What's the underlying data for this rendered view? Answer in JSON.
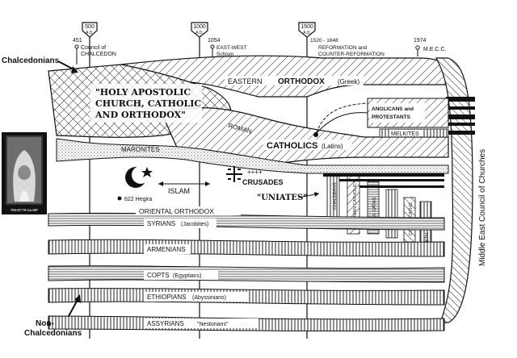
{
  "timeline": {
    "markers": [
      {
        "label_top": "500",
        "label_bottom": "A.D."
      },
      {
        "label_top": "1000",
        "label_bottom": "A.D."
      },
      {
        "label_top": "1500",
        "label_bottom": "A.D."
      }
    ],
    "events": {
      "chalcedon": {
        "year": "451",
        "line1": "Council of",
        "line2": "CHALCEDON"
      },
      "schism": {
        "year": "1054",
        "line1": "EAST-WEST",
        "line2": "Schism"
      },
      "reformation": {
        "year": "1520 - 1648",
        "line1": "REFORMATION and",
        "line2": "COUNTER-REFORMATION"
      },
      "mecc": {
        "year": "1974",
        "line1": "M.E.C.C."
      }
    }
  },
  "side_labels": {
    "chalcedonians": "Chalcedonians",
    "non_chalcedonians_1": "Non-",
    "non_chalcedonians_2": "Chalcedonians"
  },
  "trunk": {
    "line1": "\"HOLY APOSTOLIC",
    "line2": "CHURCH, CATHOLIC",
    "line3": "AND ORTHODOX\""
  },
  "branches": {
    "eastern_orthodox_a": "EASTERN",
    "eastern_orthodox_b": "ORTHODOX",
    "eastern_orthodox_c": "(Greek)",
    "roman": "ROMAN",
    "catholics": "CATHOLICS",
    "latins": "(Latins)",
    "anglicans_1": "ANGLICANS and",
    "anglicans_2": "PROTESTANTS",
    "melkites": "MELKITES",
    "maronites": "MARONITES",
    "uniates": "\"UNIATES\"",
    "oriental": "ORIENTAL ORTHODOX",
    "syrians": "SYRIANS",
    "syrians_sub": "(Jacobites)",
    "armenians": "ARMENIANS",
    "copts": "COPTS",
    "copts_sub": "(Egyptians)",
    "ethiopians": "ETHIOPIANS",
    "ethiopians_sub": "(Abyssinians)",
    "assyrians": "ASSYRIANS",
    "assyrians_sub": "\"Nestorians\"",
    "chaldeans": "CHALDEANS",
    "armenian_catholics": "ARMENIAN CATHOLICS",
    "syrian_caths": "SYRIAN CATHS.",
    "coptic_caths": "COPTIC CATHS.",
    "eth_cath": "ETH. CATH.",
    "mecc_vertical": "Middle East Council of Churches"
  },
  "islam": {
    "label": "ISLAM",
    "hegira": "622 Hegira"
  },
  "crusades": {
    "marks": "++++",
    "label": "CRUSADES"
  },
  "icon_card": {
    "caption": "ⲠⲈⲚⲞⲨⲦⲈ ⲚⲀϨⲈⲢ"
  }
}
